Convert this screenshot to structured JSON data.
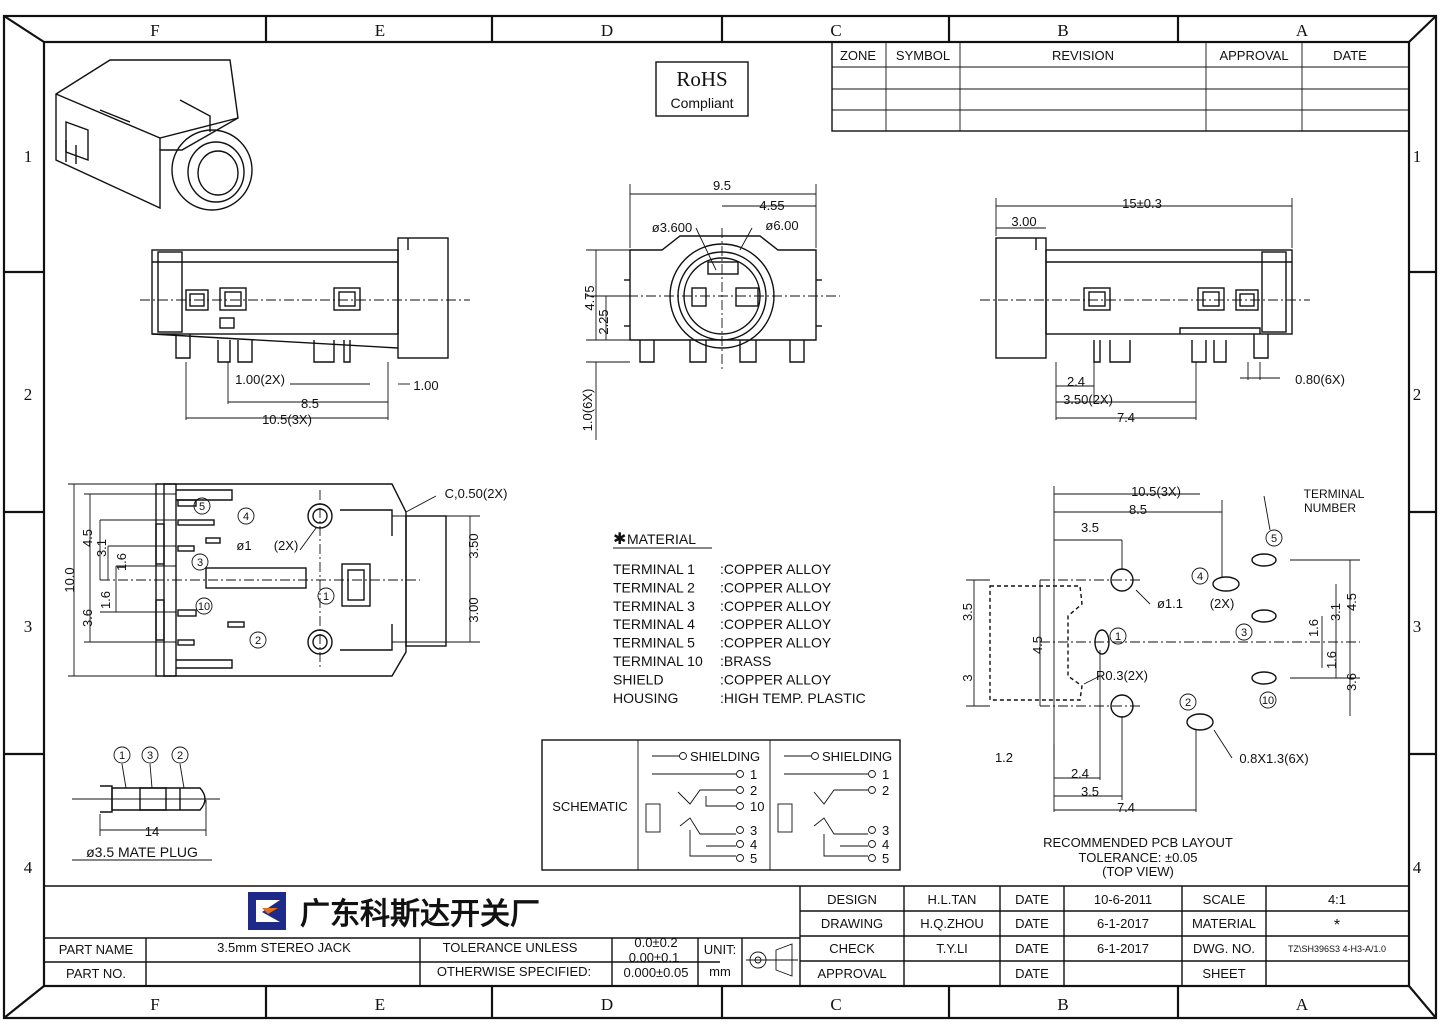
{
  "frame": {
    "columns": [
      "F",
      "E",
      "D",
      "C",
      "B",
      "A"
    ],
    "rows": [
      "1",
      "2",
      "3",
      "4"
    ]
  },
  "rohs": {
    "line1": "RoHS",
    "line2": "Compliant"
  },
  "revision_table": {
    "headers": [
      "ZONE",
      "SYMBOL",
      "REVISION",
      "APPROVAL",
      "DATE"
    ]
  },
  "side_view_left": {
    "dims": {
      "pitch2": "1.00(2X)",
      "edge": "1.00",
      "span": "8.5",
      "overall": "10.5(3X)"
    }
  },
  "front_view": {
    "dims": {
      "width": "9.5",
      "hole_small": "ø3.600",
      "half": "4.55",
      "hole_large": "ø6.00",
      "h1": "4.75",
      "h2": "2.25",
      "pin": "1.0(6X)"
    }
  },
  "side_view_right": {
    "dims": {
      "len": "15±0.3",
      "nose": "3.00",
      "p1": "2.4",
      "p2": "3.50(2X)",
      "p3": "7.4",
      "pin": "0.80(6X)"
    }
  },
  "top_view": {
    "dims": {
      "chamfer": "C,0.50(2X)",
      "h": "10.0",
      "a": "4.5",
      "b": "3.1",
      "c": "1.6",
      "d": "1.6",
      "e": "3.6",
      "hole": "ø1",
      "hole_tol": "(2X)",
      "r1": "3.50",
      "r2": "3.00"
    },
    "terminals": [
      "1",
      "2",
      "3",
      "4",
      "5",
      "10"
    ]
  },
  "material": {
    "title": "MATERIAL",
    "rows": [
      {
        "k": "TERMINAL 1",
        "v": ":COPPER ALLOY"
      },
      {
        "k": "TERMINAL 2",
        "v": ":COPPER ALLOY"
      },
      {
        "k": "TERMINAL 3",
        "v": ":COPPER ALLOY"
      },
      {
        "k": "TERMINAL 4",
        "v": ":COPPER ALLOY"
      },
      {
        "k": "TERMINAL 5",
        "v": ":COPPER ALLOY"
      },
      {
        "k": "TERMINAL 10",
        "v": ":BRASS"
      },
      {
        "k": "SHIELD",
        "v": ":COPPER ALLOY"
      },
      {
        "k": "HOUSING",
        "v": ":HIGH TEMP. PLASTIC"
      }
    ]
  },
  "schematic": {
    "label": "SCHEMATIC",
    "left": [
      "SHIELDING",
      "1",
      "2",
      "10",
      "3",
      "4",
      "5"
    ],
    "right": [
      "SHIELDING",
      "1",
      "2",
      "3",
      "4",
      "5"
    ]
  },
  "pcb": {
    "dims": {
      "a": "10.5(3X)",
      "b": "8.5",
      "c": "3.5",
      "terminal": "TERMINAL",
      "number": "NUMBER",
      "hole": "ø1.1",
      "hole_tol": "(2X)",
      "r": "R0.3(2X)",
      "slot": "0.8X1.3(6X)",
      "h1": "3.5",
      "h2": "4.5",
      "h3": "3",
      "v1": "4.5",
      "v2": "3.1",
      "v3": "1.6",
      "v4": "1.6",
      "v5": "3.6",
      "b1": "1.2",
      "b2": "2.4",
      "b3": "3.5",
      "b4": "7.4"
    },
    "caption": [
      "RECOMMENDED PCB LAYOUT",
      "TOLERANCE: ±0.05",
      "(TOP VIEW)"
    ]
  },
  "plug": {
    "dim": "14",
    "label": "ø3.5 MATE PLUG",
    "numbers": [
      "1",
      "3",
      "2"
    ]
  },
  "title_block": {
    "company": "广东科斯达开关厂",
    "part_name_label": "PART NAME",
    "part_name": "3.5mm STEREO JACK",
    "part_no_label": "PART NO.",
    "tolerance_label1": "TOLERANCE UNLESS",
    "tolerance_label2": "OTHERWISE SPECIFIED:",
    "tol1": "0.0±0.2",
    "tol2": "0.00±0.1",
    "tol3": "0.000±0.05",
    "unit_label": "UNIT:",
    "unit": "mm",
    "design_label": "DESIGN",
    "design": "H.L.TAN",
    "drawing_label": "DRAWING",
    "drawing": "H.Q.ZHOU",
    "check_label": "CHECK",
    "check": "T.Y.LI",
    "approval_label": "APPROVAL",
    "date_label": "DATE",
    "date1": "10-6-2011",
    "date2": "6-1-2017",
    "date3": "6-1-2017",
    "scale_label": "SCALE",
    "scale": "4:1",
    "material_label": "MATERIAL",
    "material": "*",
    "dwg_label": "DWG. NO.",
    "dwg": "TZ\\SH396S3 4-H3-A/1.0",
    "sheet_label": "SHEET"
  }
}
